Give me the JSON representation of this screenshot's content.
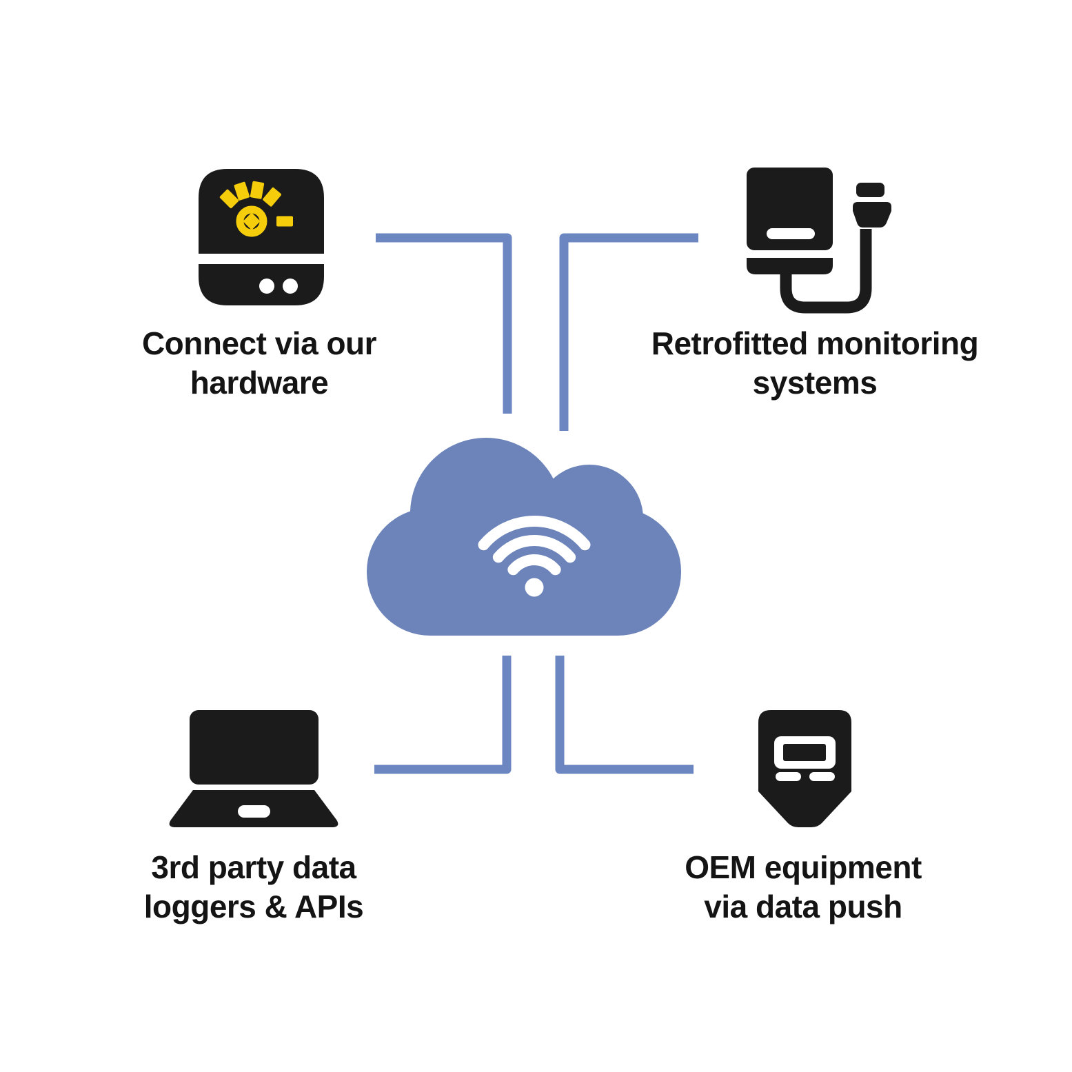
{
  "colors": {
    "cloud-blue": "#6d84bb",
    "connector-blue": "#6b86c0",
    "icon-black": "#1b1b1b",
    "brand-yellow": "#f5cd0b",
    "text-black": "#141414",
    "background": "#ffffff"
  },
  "diagram": {
    "title": "",
    "cloud": {
      "icon": "cloud-wifi-icon"
    },
    "nodes": [
      {
        "id": "connect-hardware",
        "position": "top-left",
        "icon": "hardware-gateway-icon",
        "label": "Connect via our\nhardware"
      },
      {
        "id": "retrofitted-monitoring",
        "position": "top-right",
        "icon": "retrofit-plug-icon",
        "label": "Retrofitted monitoring\nsystems"
      },
      {
        "id": "third-party-loggers",
        "position": "bottom-left",
        "icon": "laptop-icon",
        "label": "3rd party data\nloggers & APIs"
      },
      {
        "id": "oem-equipment",
        "position": "bottom-right",
        "icon": "oem-meter-icon",
        "label": "OEM equipment\nvia data push"
      }
    ]
  }
}
